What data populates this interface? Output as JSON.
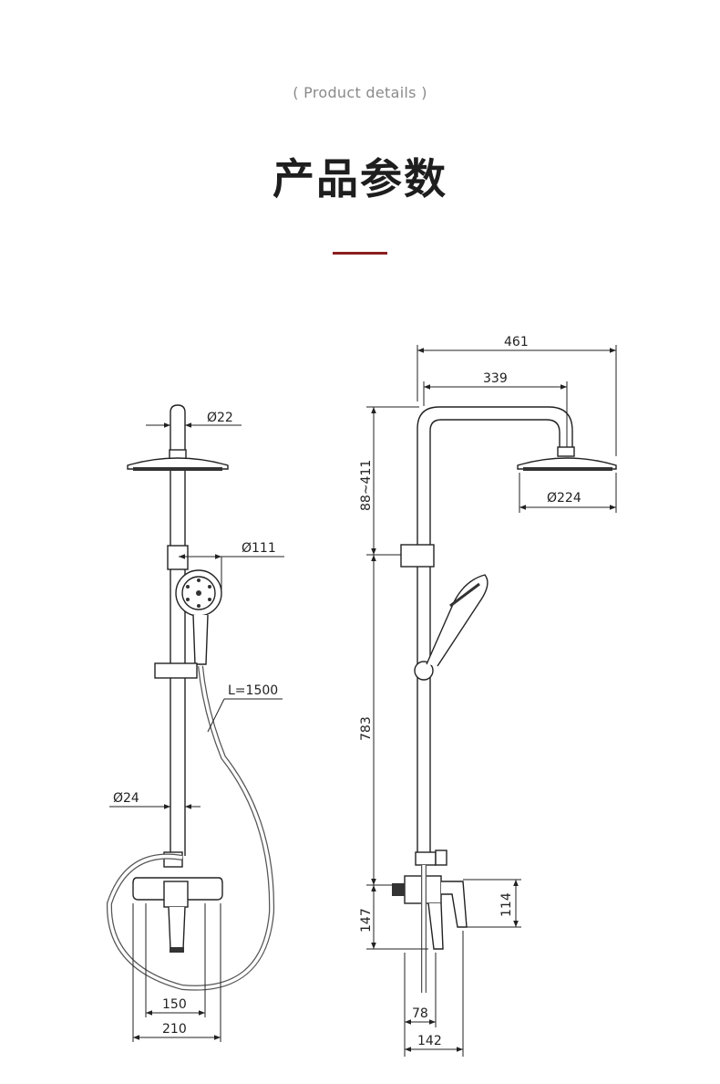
{
  "header": {
    "subtitle": "( Product details )",
    "title": "产品参数",
    "accent_color": "#8b1f1f"
  },
  "front_view": {
    "dim_top_pipe": "Ø22",
    "dim_hand_shower": "Ø111",
    "dim_hose": "L=1500",
    "dim_rail": "Ø24",
    "dim_mixer_inner": "150",
    "dim_mixer_outer": "210"
  },
  "side_view": {
    "dim_overall_reach": "461",
    "dim_arm_reach": "339",
    "dim_head": "Ø224",
    "dim_height_adjust": "88~411",
    "dim_rail_height": "783",
    "dim_mixer_height": "147",
    "dim_spout_height": "114",
    "dim_spout_depth": "78",
    "dim_mixer_depth": "142"
  }
}
